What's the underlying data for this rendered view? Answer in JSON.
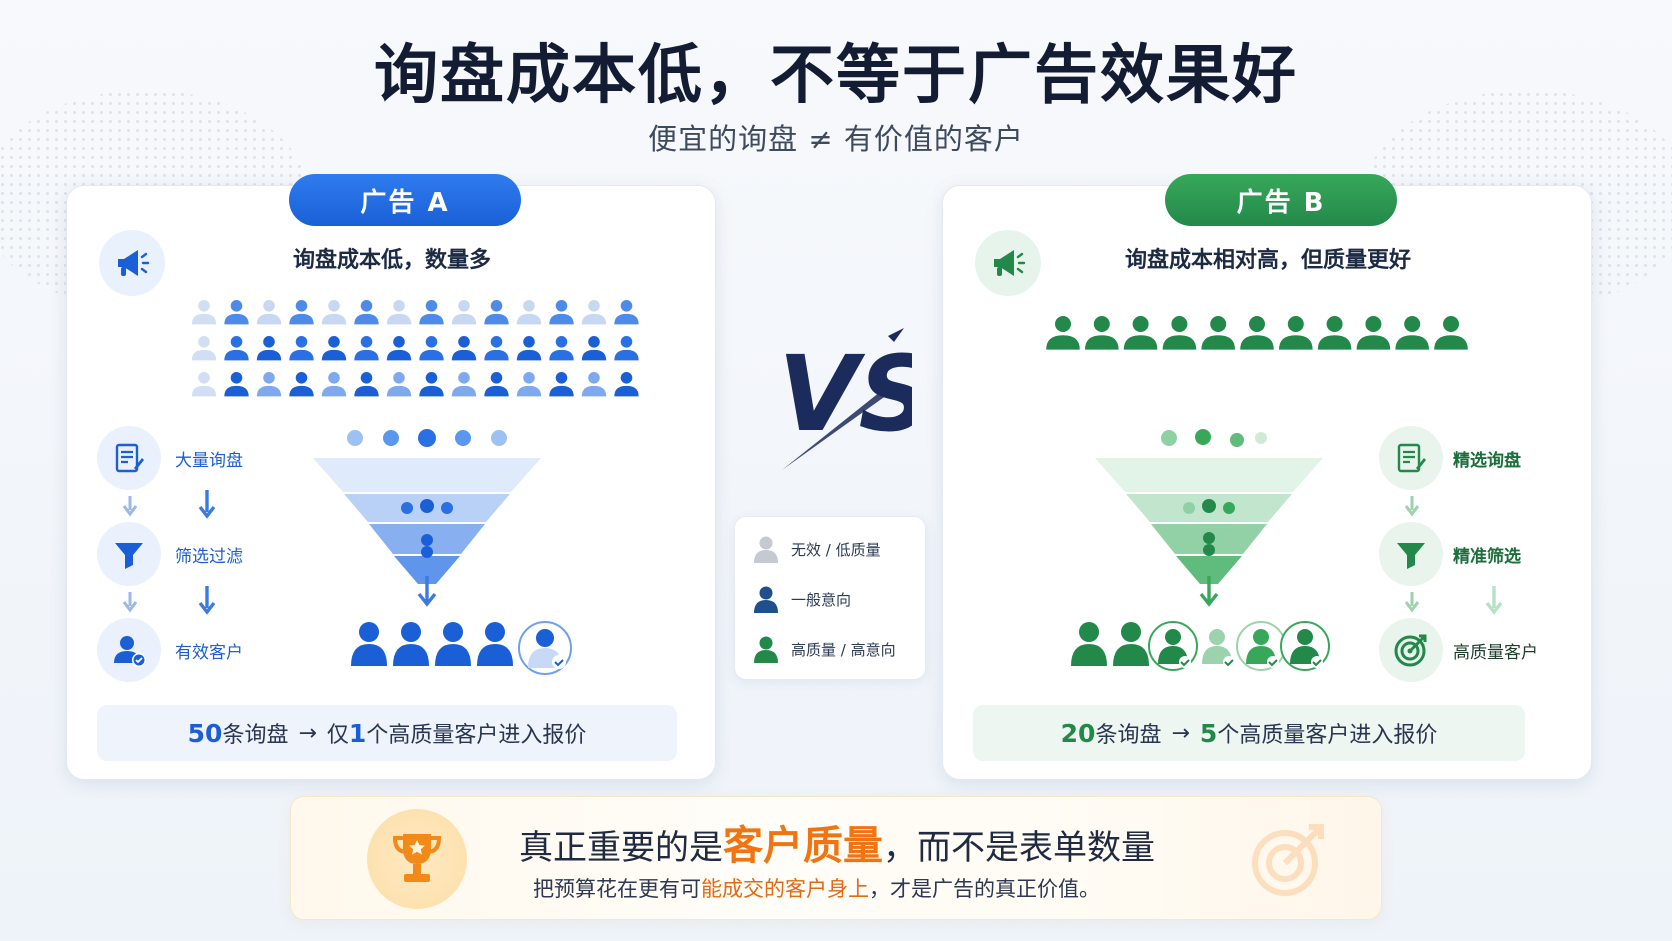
{
  "title": "询盘成本低，不等于广告效果好",
  "subtitle": "便宜的询盘 ≠ 有价值的客户",
  "colors": {
    "blue": "#1a5fd6",
    "green": "#23894a",
    "orange": "#f07512",
    "navy": "#1b2c5c"
  },
  "vs_label": "VS",
  "ad_a": {
    "pill": "广告 A",
    "desc": "询盘成本低，数量多",
    "icon": "megaphone-icon",
    "steps": [
      {
        "icon": "form-icon",
        "label": "大量询盘"
      },
      {
        "icon": "funnel-icon",
        "label": "筛选过滤"
      },
      {
        "icon": "user-check-icon",
        "label": "有效客户"
      }
    ],
    "summary": {
      "num1": "50",
      "text1": "条询盘",
      "arrow": "→",
      "text2": "仅",
      "num2": "1",
      "text3": "个高质量客户进入报价"
    }
  },
  "ad_b": {
    "pill": "广告 B",
    "desc": "询盘成本相对高，但质量更好",
    "icon": "megaphone-icon",
    "steps": [
      {
        "icon": "form-icon",
        "label": "精选询盘"
      },
      {
        "icon": "funnel-icon",
        "label": "精准筛选"
      },
      {
        "icon": "target-icon",
        "label": "高质量客户"
      }
    ],
    "summary": {
      "num1": "20",
      "text1": "条询盘",
      "arrow": "→",
      "num2": "5",
      "text3": "个高质量客户进入报价"
    }
  },
  "legend": [
    {
      "icon": "person-gray-icon",
      "label": "无效 / 低质量"
    },
    {
      "icon": "person-navy-icon",
      "label": "一般意向"
    },
    {
      "icon": "person-green-icon",
      "label": "高质量 / 高意向"
    }
  ],
  "bottom": {
    "line1_pre": "真正重要的是",
    "line1_hl": "客户质量",
    "line1_post": "，而不是表单数量",
    "line2_pre": "把预算花在更有可",
    "line2_hl": "能成交的客户身上",
    "line2_post": "，才是广告的真正价值。"
  }
}
